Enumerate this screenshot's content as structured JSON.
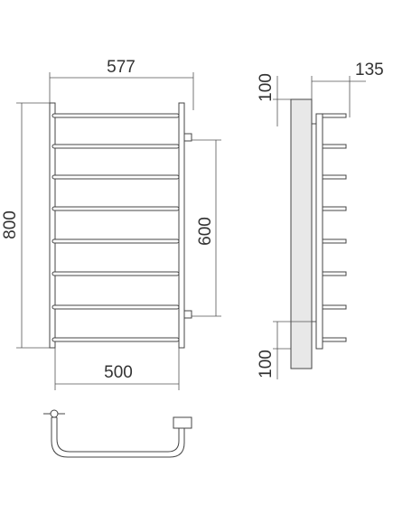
{
  "dimensions": {
    "overall_width": "577",
    "inner_width": "500",
    "height": "800",
    "mount_spacing": "600",
    "depth": "135",
    "top_offset": "100",
    "bottom_offset": "100"
  },
  "colors": {
    "line": "#444444",
    "wall": "#e8e8e8",
    "background": "#ffffff"
  }
}
